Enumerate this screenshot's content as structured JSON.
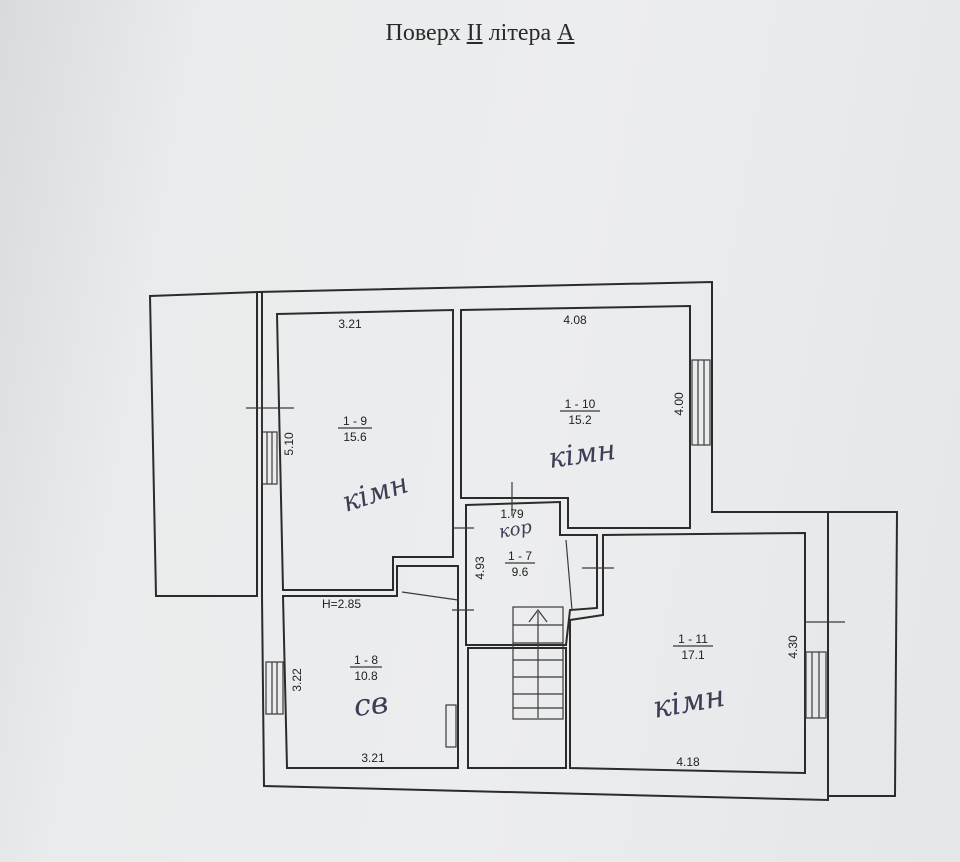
{
  "title": {
    "prefix": "Поверх",
    "floor": "II",
    "middle": "літера",
    "letter": "А"
  },
  "rooms": [
    {
      "id": "1 - 9",
      "area": "15.6",
      "dim_top": "3.21",
      "dim_side": "5.10",
      "note": "кімн"
    },
    {
      "id": "1 - 10",
      "area": "15.2",
      "dim_top": "4.08",
      "dim_side": "4.00",
      "note": "кімн"
    },
    {
      "id": "1 - 7",
      "area": "9.6",
      "dim_top": "1.79",
      "dim_side": "4.93",
      "note": "кор"
    },
    {
      "id": "1 - 8",
      "area": "10.8",
      "dim_bottom": "3.21",
      "dim_side": "3.22",
      "note": "св"
    },
    {
      "id": "1 - 11",
      "area": "17.1",
      "dim_bottom": "4.18",
      "dim_side": "4.30",
      "note": "кімн"
    }
  ],
  "height_label": "Н=2.85"
}
